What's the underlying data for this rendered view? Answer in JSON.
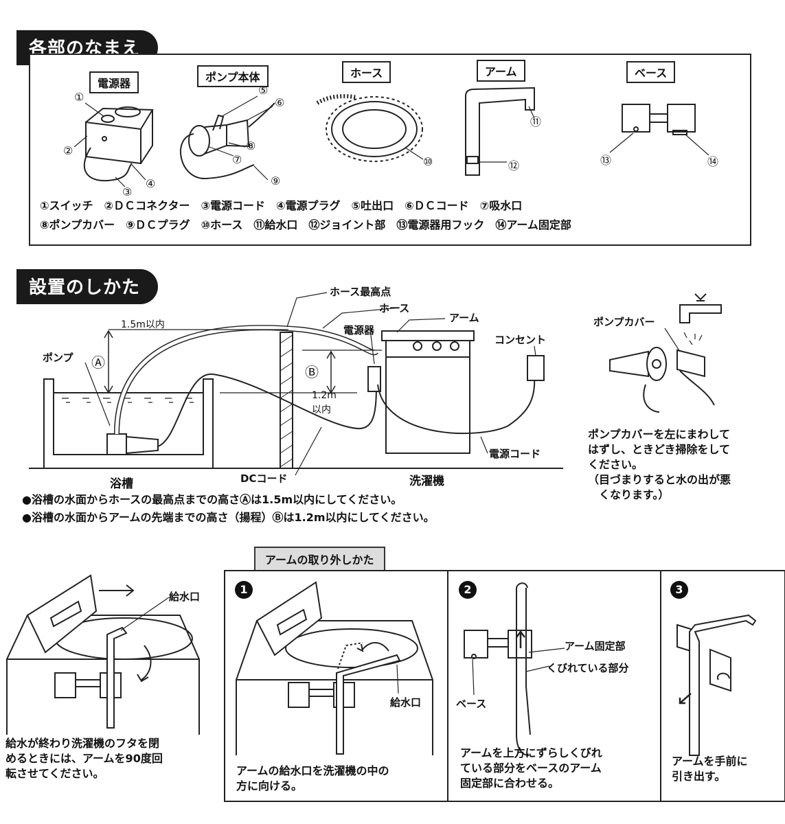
{
  "section1": {
    "title": "各部のなまえ",
    "parts": {
      "power": "電源器",
      "pump": "ポンプ本体",
      "hose": "ホース",
      "arm": "アーム",
      "base": "ベース"
    },
    "numbers": [
      "①",
      "②",
      "③",
      "④",
      "⑤",
      "⑥",
      "⑦",
      "⑧",
      "⑨",
      "⑩",
      "⑪",
      "⑫",
      "⑬",
      "⑭"
    ],
    "legend_line1": "①スイッチ　②ＤＣコネクター　③電源コード　④電源プラグ　⑤吐出口　⑥ＤＣコード　⑦吸水口",
    "legend_line2": "⑧ポンプカバー　⑨ＤＣプラグ　⑩ホース　⑪給水口　⑫ジョイント部　⑬電源器用フック　⑭アーム固定部"
  },
  "section2": {
    "title": "設置のしかた",
    "labels": {
      "hose_top": "ホース最高点",
      "hose": "ホース",
      "arm": "アーム",
      "power": "電源器",
      "outlet": "コンセント",
      "height_a": "1.5m以内",
      "pump": "ポンプ",
      "mark_a": "Ⓐ",
      "mark_b": "Ⓑ",
      "height_b1": "1.2m",
      "height_b2": "以内",
      "power_cord": "電源コード",
      "bathtub": "浴槽",
      "dc_cord": "DCコード",
      "washer": "洗濯機",
      "pump_cover": "ポンプカバー"
    },
    "note1": "●浴槽の水面からホースの最高点までの高さⒶは1.5m以内にしてください。",
    "note2": "●浴槽の水面からアームの先端までの高さ（揚程）Ⓑは1.2m以内にしてください。",
    "cover_text": "ポンプカバーを左にまわして\nはずし、ときどき掃除をして\nください。\n（目づまりすると水の出が悪\n　くなります。）"
  },
  "section3": {
    "title": "アームの取り外しかた",
    "left_label": "給水口",
    "left_text": "給水が終わり洗濯機のフタを閉\nめるときには、アームを90度回\n転させてください。",
    "step1": {
      "num": "1",
      "label": "給水口",
      "text": "アームの給水口を洗濯機の中の\n方に向ける。"
    },
    "step2": {
      "num": "2",
      "label1": "アーム固定部",
      "label2": "くびれている部分",
      "label3": "ベース",
      "text": "アームを上方にずらしくびれ\nている部分をベースのアーム\n固定部に合わせる。"
    },
    "step3": {
      "num": "3",
      "text": "アームを手前に\n引き出す。"
    }
  }
}
